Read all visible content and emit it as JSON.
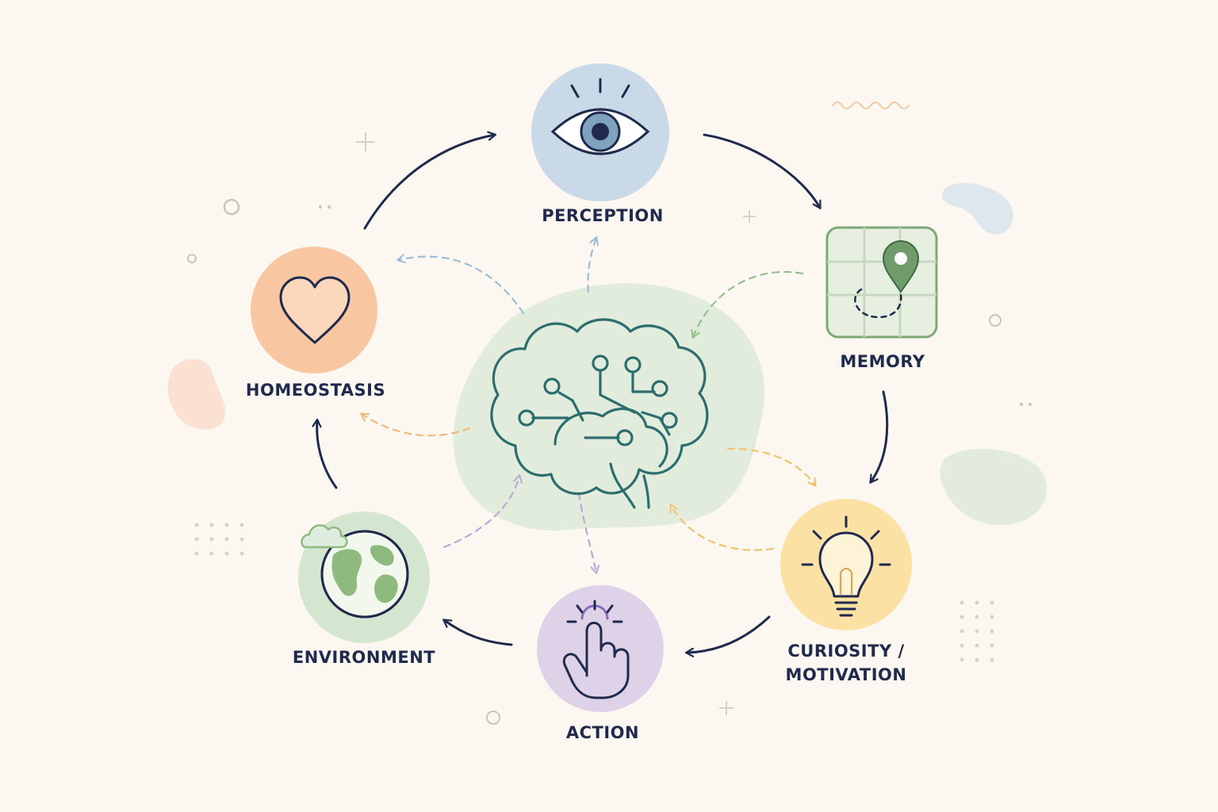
{
  "nodes": {
    "perception": {
      "label": "PERCEPTION",
      "icon": "eye-icon",
      "color": "#c9d9e8"
    },
    "memory": {
      "label": "MEMORY",
      "icon": "map-pin-icon",
      "color": "#7fa877"
    },
    "curiosity": {
      "label_line1": "CURIOSITY /",
      "label_line2": "MOTIVATION",
      "icon": "lightbulb-icon",
      "color": "#fbe2a4"
    },
    "action": {
      "label": "ACTION",
      "icon": "pointing-hand-icon",
      "color": "#ddd2e8"
    },
    "environment": {
      "label": "ENVIRONMENT",
      "icon": "globe-icon",
      "color": "#d5e6d0"
    },
    "homeostasis": {
      "label": "HOMEOSTASIS",
      "icon": "heart-icon",
      "color": "#f8c6a0"
    }
  },
  "center": {
    "icon": "brain-circuit-icon",
    "color": "#e2ecdc"
  },
  "colors": {
    "ink": "#1f2a4d",
    "brain": "#2c6d6e",
    "background": "#fcf8f1"
  }
}
